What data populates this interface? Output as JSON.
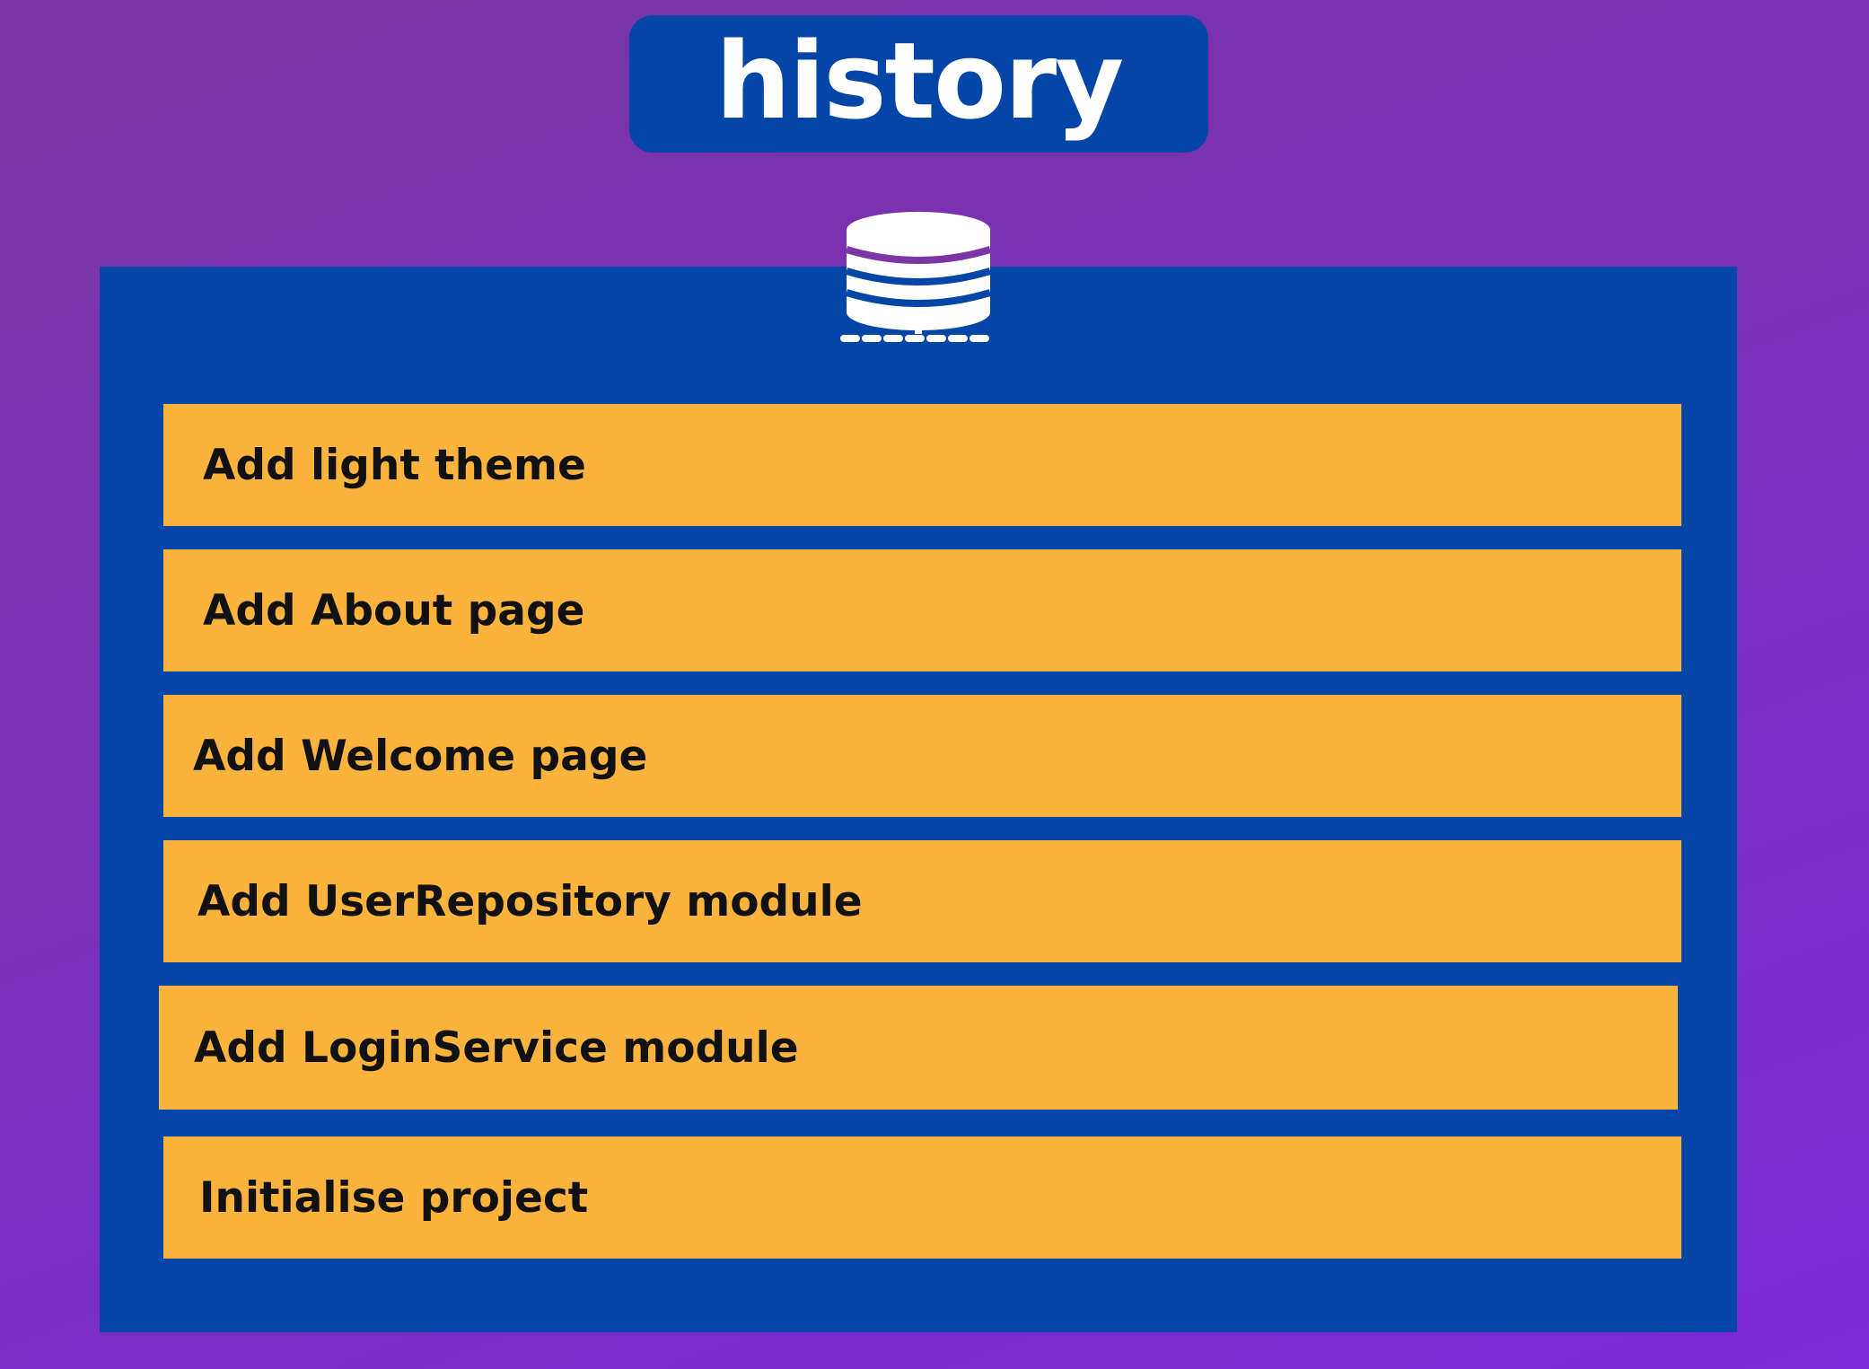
{
  "title": "history",
  "database_icon": "database-icon",
  "commits": [
    "Add light theme",
    "Add About page",
    "Add Welcome page",
    "Add UserRepository module",
    "Add LoginService module",
    "Initialise project"
  ],
  "colors": {
    "background_start": "#7a36a6",
    "background_end": "#7b28d6",
    "panel": "#0346a8",
    "commit": "#fab43d",
    "title_text": "#ffffff",
    "commit_text": "#111111"
  }
}
